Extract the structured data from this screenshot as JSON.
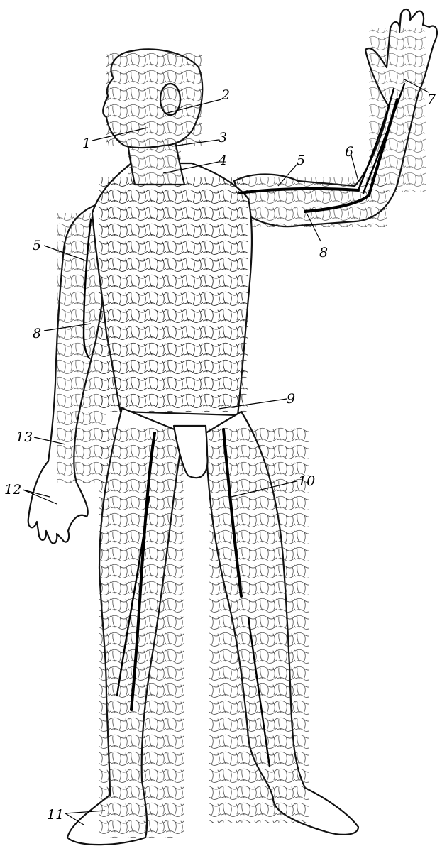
{
  "labels": [
    "1",
    "2",
    "3",
    "4",
    "5",
    "5",
    "6",
    "7",
    "8",
    "8",
    "9",
    "10",
    "11",
    "12",
    "13"
  ]
}
